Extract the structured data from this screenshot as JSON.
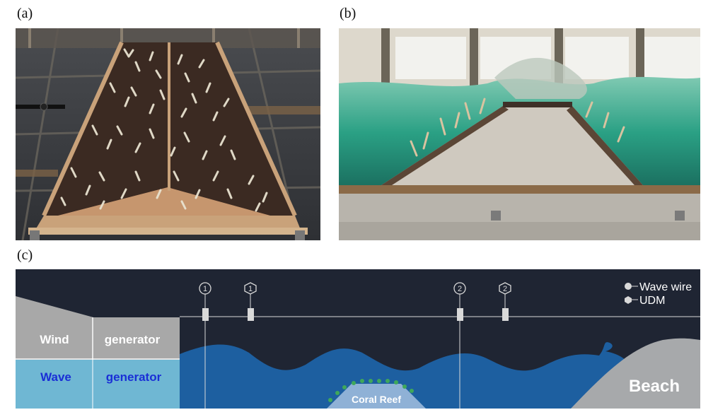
{
  "panels": {
    "a": {
      "label": "(a)"
    },
    "b": {
      "label": "(b)"
    },
    "c": {
      "label": "(c)"
    }
  },
  "diagram": {
    "wind_label": "Wind",
    "wind_generator_label": "generator",
    "wave_label": "Wave",
    "wave_generator_label": "generator",
    "reef_label": "Coral Reef",
    "beach_label": "Beach",
    "legend": {
      "wave_wire": "Wave wire",
      "udm": "UDM"
    },
    "sensors": [
      {
        "id": "1",
        "kind": "wave-wire"
      },
      {
        "id": "1",
        "kind": "udm"
      },
      {
        "id": "2",
        "kind": "wave-wire"
      },
      {
        "id": "2",
        "kind": "udm"
      }
    ]
  },
  "colors": {
    "background_dark": "#1f2533",
    "water": "#1d5fa0",
    "wave_gen": "#6fb7d3",
    "wind_gen": "#a8a8a8",
    "beach": "#a7a9ab",
    "reef": "#8fb1d6"
  }
}
